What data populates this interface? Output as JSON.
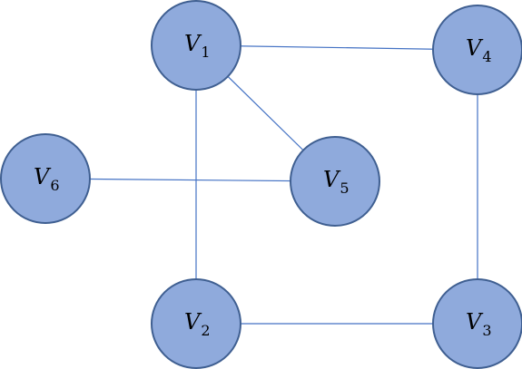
{
  "colors": {
    "node_fill": "#8faadc",
    "node_stroke": "#3f5f91",
    "edge": "#4472c4"
  },
  "nodes": [
    {
      "id": "v1",
      "letter": "V",
      "sub": "1"
    },
    {
      "id": "v2",
      "letter": "V",
      "sub": "2"
    },
    {
      "id": "v3",
      "letter": "V",
      "sub": "3"
    },
    {
      "id": "v4",
      "letter": "V",
      "sub": "4"
    },
    {
      "id": "v5",
      "letter": "V",
      "sub": "5"
    },
    {
      "id": "v6",
      "letter": "V",
      "sub": "6"
    }
  ],
  "edges": [
    {
      "from": "v1",
      "to": "v4"
    },
    {
      "from": "v1",
      "to": "v5"
    },
    {
      "from": "v1",
      "to": "v2"
    },
    {
      "from": "v6",
      "to": "v5"
    },
    {
      "from": "v4",
      "to": "v3"
    },
    {
      "from": "v2",
      "to": "v3"
    }
  ]
}
